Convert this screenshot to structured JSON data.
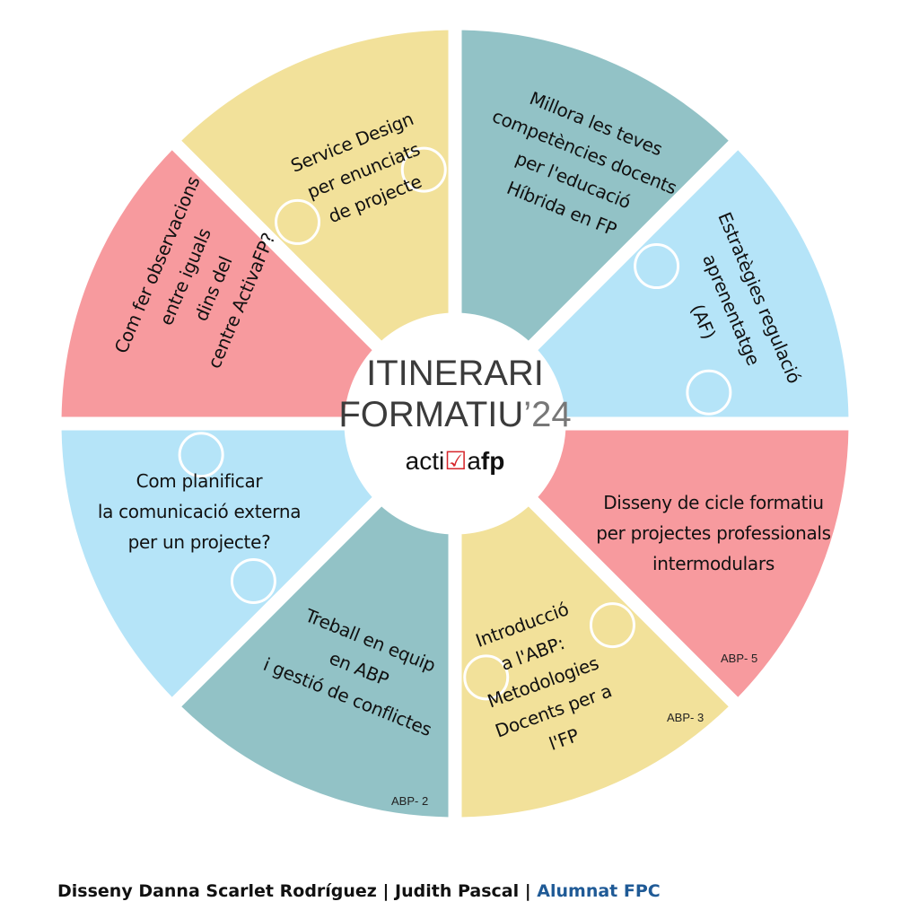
{
  "colors": {
    "yellow": "#F2E19A",
    "teal": "#92C2C6",
    "lightblue": "#B5E4F8",
    "pink": "#F79A9E"
  },
  "center": {
    "title_line1": "ITINERARI",
    "title_line2": "FORMATIU",
    "title_year": "’24",
    "logo": "activafp",
    "logo_pre": "acti",
    "logo_mark": "☑",
    "logo_mid": "a",
    "logo_bold": "fp"
  },
  "segments": [
    {
      "color": "teal",
      "lines": [
        "Millora les teves",
        "competències docents",
        "per l'educació",
        "Híbrida en FP"
      ]
    },
    {
      "color": "lightblue",
      "lines": [
        "Estratègies regulació",
        "aprenentatge",
        "(AF)"
      ]
    },
    {
      "color": "pink",
      "lines": [
        "Disseny de cicle formatiu",
        "per projectes professionals",
        "intermodulars"
      ],
      "tag": "ABP- 5"
    },
    {
      "color": "yellow",
      "lines": [
        "Introducció",
        "a l'ABP:",
        "Metodologies",
        "Docents per a",
        "l'FP"
      ],
      "tag": "ABP- 3"
    },
    {
      "color": "teal",
      "lines": [
        "Treball en equip",
        "en ABP",
        "i gestió de conflictes"
      ],
      "tag": "ABP- 2"
    },
    {
      "color": "lightblue",
      "lines": [
        "Com planificar",
        "la comunicació externa",
        "per un projecte?"
      ]
    },
    {
      "color": "pink",
      "lines": [
        "Com fer  observacions",
        "entre iguals",
        "dins del",
        "centre ActivaFP?"
      ]
    },
    {
      "color": "yellow",
      "lines": [
        "Service Design",
        "per enunciats",
        "de projecte"
      ]
    }
  ],
  "footer": {
    "authors": "Disseny Danna Scarlet Rodríguez | Judith Pascal | ",
    "org": "Alumnat FPC"
  }
}
